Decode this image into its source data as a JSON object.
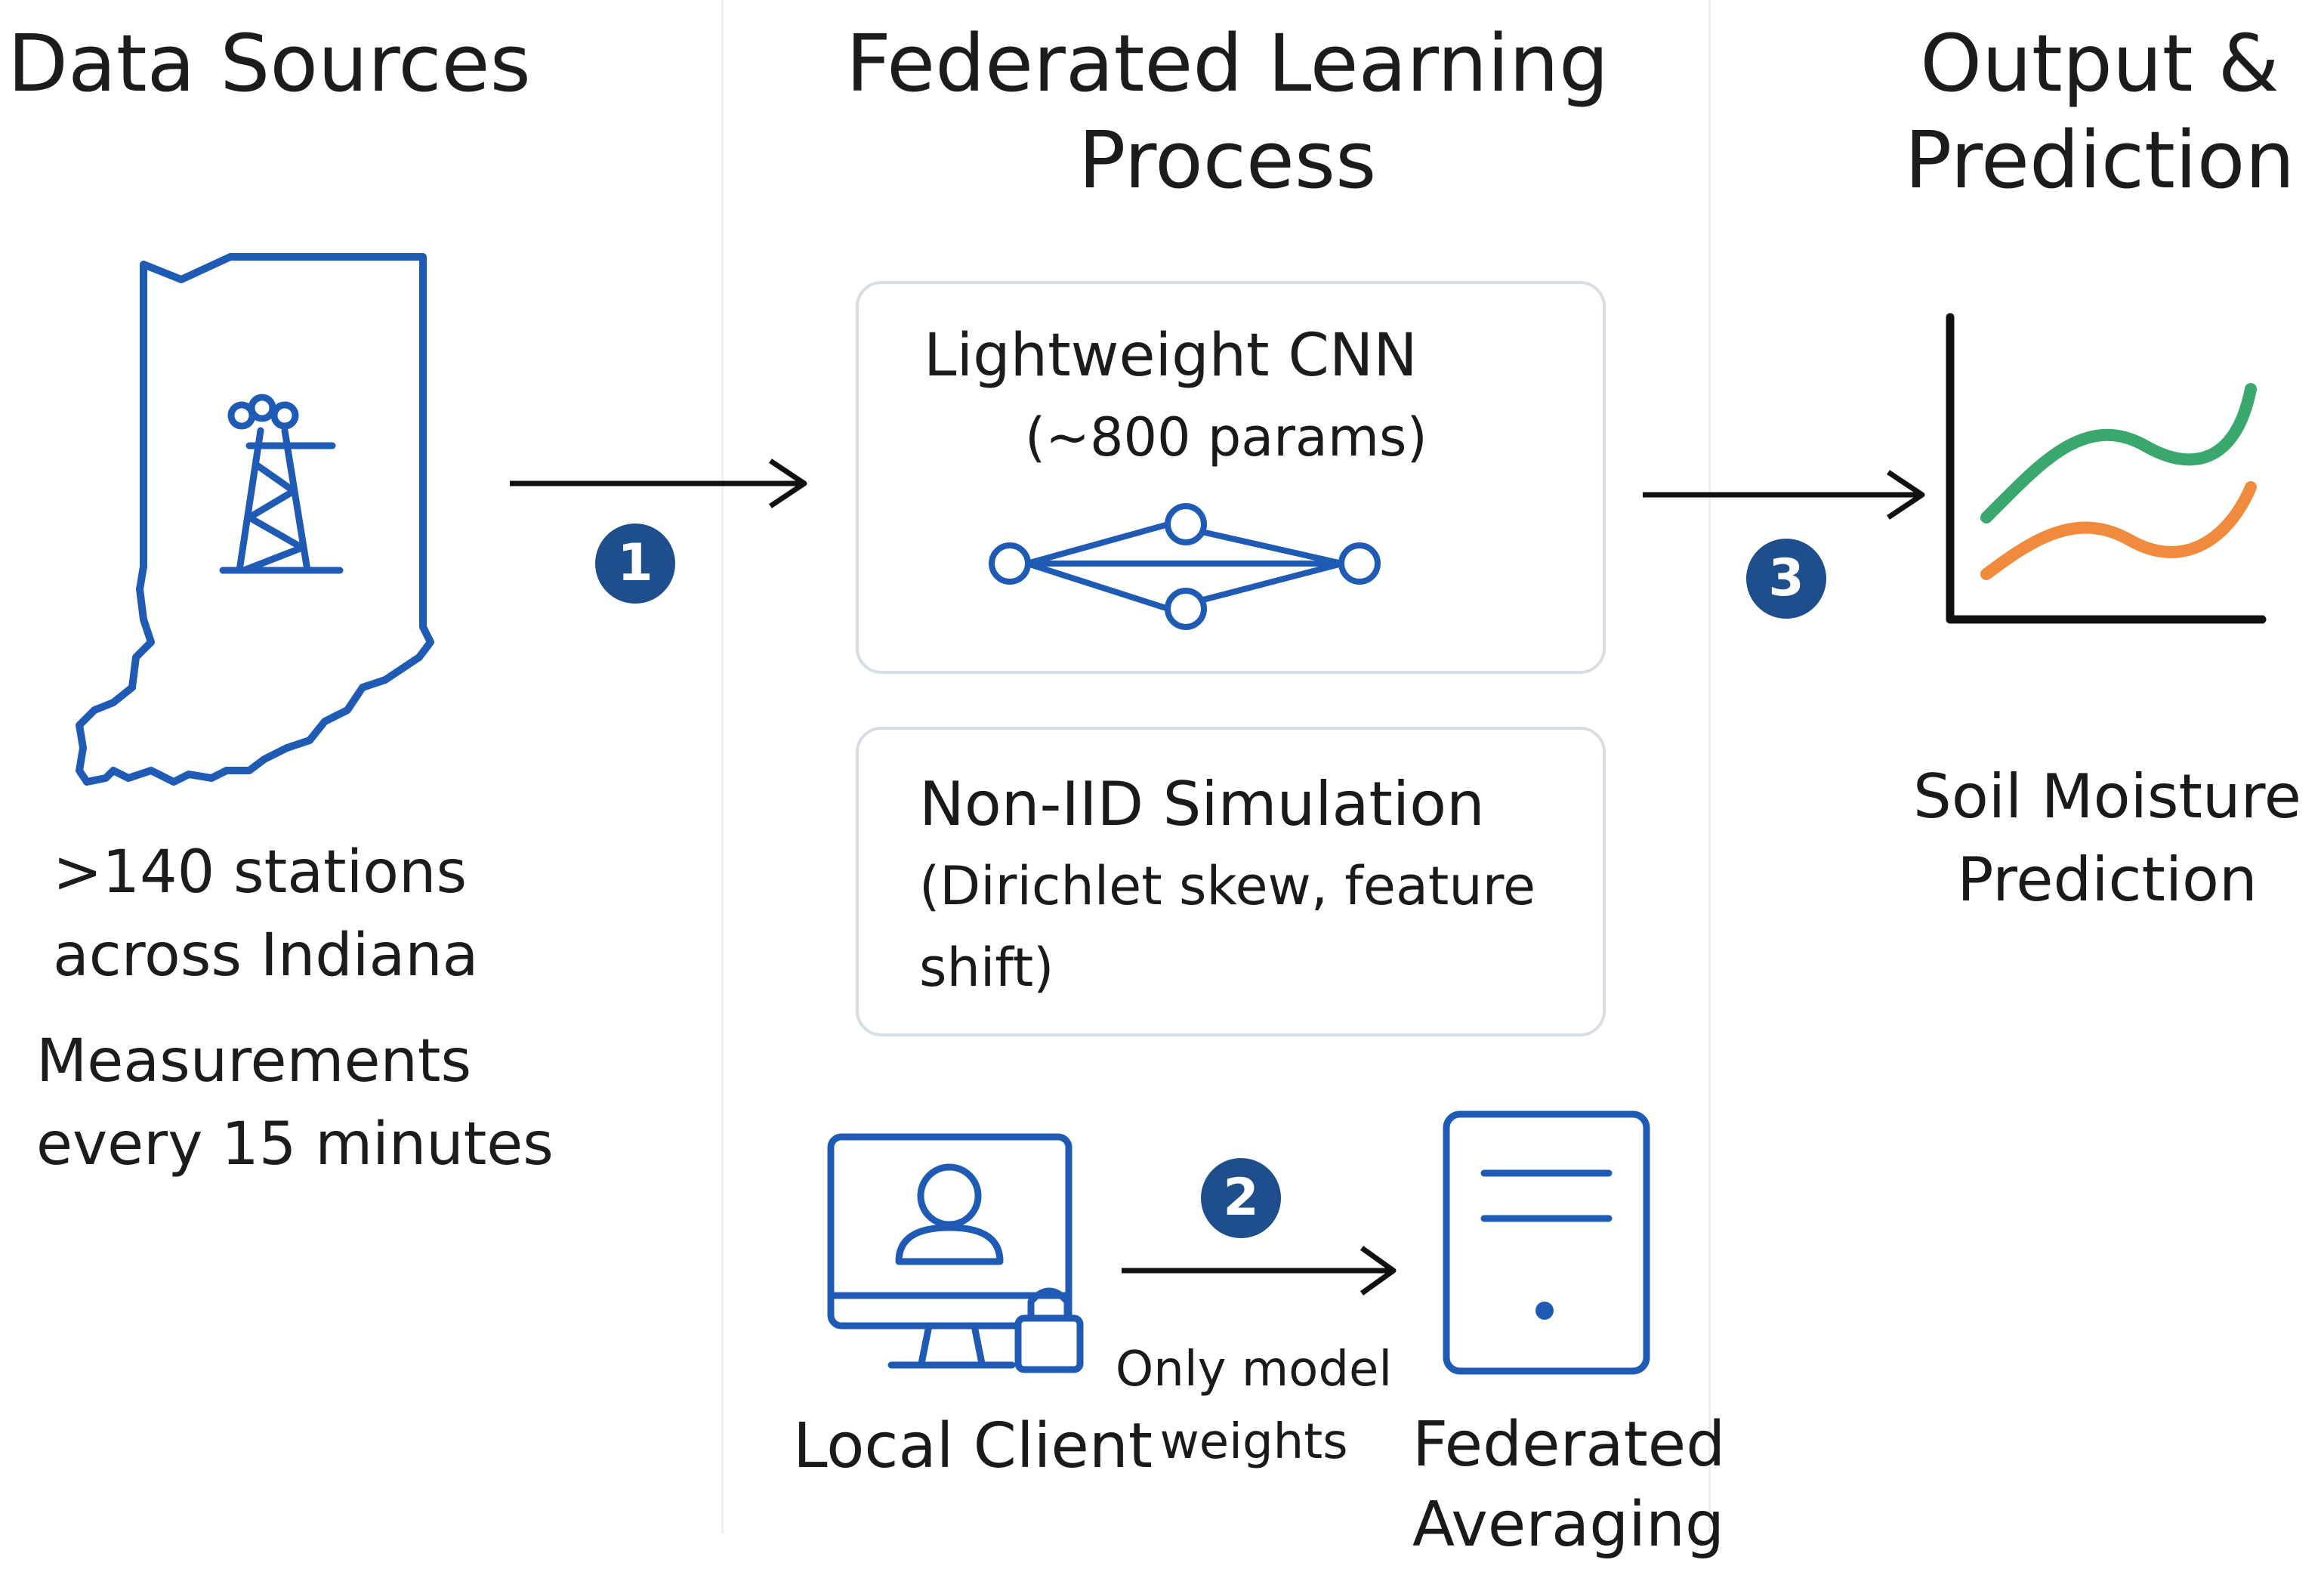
{
  "columns": {
    "sources": {
      "title": "Data Sources",
      "stations_line1": ">140 stations",
      "stations_line2": "across Indiana",
      "measure_line1": "Measurements",
      "measure_line2": "every 15 minutes"
    },
    "process": {
      "title_line1": "Federated Learning",
      "title_line2": "Process",
      "cnn_card": {
        "title": "Lightweight CNN",
        "subtitle": "(~800 params)"
      },
      "noniid_card": {
        "title": "Non-IID Simulation",
        "line2": "(Dirichlet skew, feature",
        "line3": "shift)"
      },
      "local_client_label": "Local Client",
      "weights_line1": "Only model",
      "weights_line2": "weights",
      "fedavg_line1": "Federated",
      "fedavg_line2": "Averaging"
    },
    "output": {
      "title_line1": "Output &",
      "title_line2": "Prediction",
      "label_line1": "Soil Moisture",
      "label_line2": "Prediction"
    }
  },
  "steps": {
    "one": "1",
    "two": "2",
    "three": "3"
  },
  "icons": {
    "map": "indiana-map-icon",
    "tower": "weather-station-tower-icon",
    "network": "neural-network-icon",
    "client": "computer-user-lock-icon",
    "server": "server-icon",
    "chart": "line-chart-icon"
  },
  "colors": {
    "accent": "#1f5bb5",
    "badge": "#1f4e8c",
    "green": "#3aa76d",
    "orange": "#f08a3c",
    "card_border": "#d7dde4"
  }
}
